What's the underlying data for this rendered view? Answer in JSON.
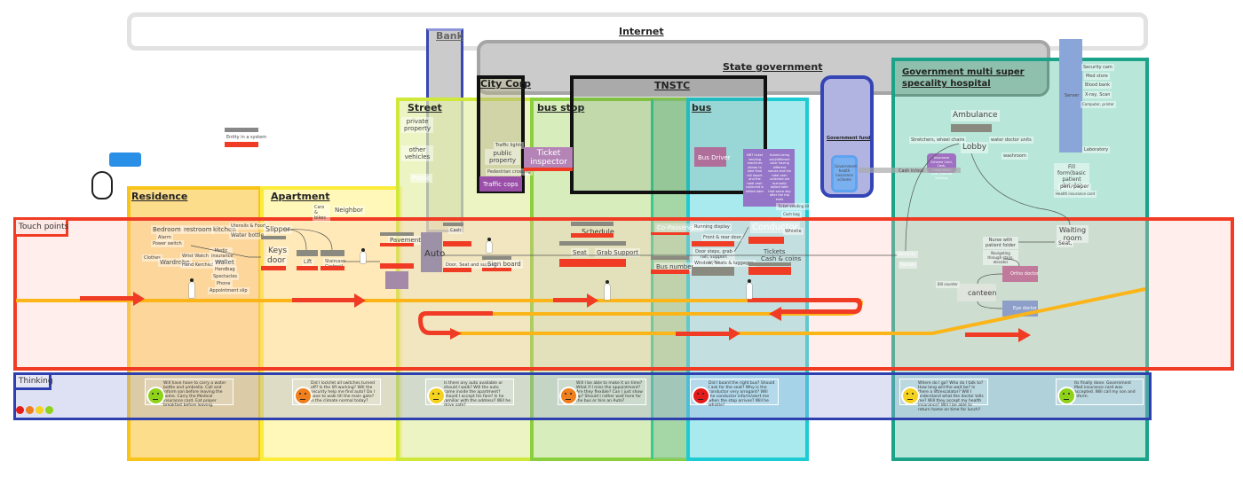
{
  "title": "Patient journey service blueprint",
  "layers": {
    "internet": "Internet",
    "bank": "Bank",
    "state_government": "State government",
    "city_corp": "City Corp",
    "tnstc": "TNSTC",
    "government_fund": "Government fund",
    "government_insurance": "Government health insurance scheme",
    "hospital": "Government multi super specality hospital"
  },
  "zones": {
    "residence": "Residence",
    "apartment": "Apartment",
    "street": "Street",
    "bus_stop": "bus stop",
    "bus": "bus"
  },
  "swimlanes": {
    "touch_points": "Touch points",
    "thinking": "Thinking"
  },
  "legend": {
    "entity": "Entity in a system",
    "emotion_colors": [
      "#e31b1b",
      "#f07f1e",
      "#f5d21f",
      "#8fd21a"
    ]
  },
  "street": {
    "private_property": "private property",
    "other_vehicles": "other vehicles",
    "public": "Public"
  },
  "city_corp": {
    "traffic_lights": "Traffic lights",
    "public_property": "public property",
    "pedestrian_crossing": "Pedestrian crossing",
    "traffic_cops": "Traffic cops"
  },
  "bus_stop": {
    "ticket_inspector": "Ticket inspector",
    "schedule": "Schedule",
    "seat": "Seat",
    "grab_support": "Grab Support",
    "sign_board": "Sign board",
    "co_passengers": "Co-Passengers",
    "bus_number": "Bus number"
  },
  "bus": {
    "bus_driver": "Bus Driver",
    "ticket_machine": "MBT ticket vending machines allows to take final bill report and the total cash collected is tallied later",
    "tickets_note": "tickets being sold/different color having different values and the total cash collected are manually tallied later that same day after the trip ends",
    "running_display": "Running display",
    "front_rear_door": "Front & rear door",
    "door_steps": "Door steps, grab rail, support poles",
    "window_seats": "Window, Seats & luggages",
    "conductor": "Conductor",
    "whistle": "Whistle",
    "ticket_vending": "Ticket vending kit",
    "cash_bag": "Cash bag",
    "tickets": "Tickets",
    "cash_coins": "Cash & coins"
  },
  "residence": {
    "bedroom": "Bedroom",
    "alarm": "Alarm",
    "power_switch": "Power switch",
    "restroom": "restroom",
    "kitchen": "kitchen",
    "utensils_food": "Utensils & Food",
    "water_bottle": "Water bottle",
    "clothes": "Clothes",
    "wardrobe": "Wardrobe",
    "wrist_watch": "Wrist Watch",
    "hand_kerchief": "Hand Kerchief",
    "medic_insurance": "Medic insurance card",
    "wallet": "Wallet",
    "handbag": "Handbag",
    "spectacles": "Spectacles",
    "phone": "Phone",
    "appointment": "Appointment slip"
  },
  "apartment": {
    "cars_bikes": "Cars & bikes",
    "neighbor": "Neighbor",
    "slipper": "Slipper",
    "keys": "Keys",
    "door": "door",
    "lift": "Lift",
    "staircase": "Staircase Grabrail",
    "pavement": "Pavement",
    "auto": "Auto",
    "cash": "Cash",
    "door_seat": "Door, Seat and support"
  },
  "hospital": {
    "security_cam": "Security cam",
    "med_store": "Med store",
    "blood_bank": "Blood bank",
    "xray_scan": "X-ray, Scan",
    "computer_printer": "Computer, printer",
    "server": "Server",
    "laboratory": "Laboratory",
    "ambulance": "Ambulance",
    "stretchers": "Stretchers, wheel chairs",
    "lobby": "Lobby",
    "water_doctor": "water doctor units",
    "washroom": "washroom",
    "insurance": "Insurance Scheme Card, Cash, Credit/debit card, Internet banking",
    "cash_in_out": "Cash in/out",
    "fill_form": "Fill form(basic patient details)",
    "pen_paper": "pen, paper",
    "health_card": "Health insurance card",
    "security": "Security",
    "nurses": "Nurses",
    "waiting_room": "Waiting room",
    "seat": "Seat,",
    "nurse_folder": "Nurse with patient folder",
    "navigating": "Navigating through stairs, elevator",
    "ortho_doctor": "Ortho doctor",
    "bill_counter": "Bill counter",
    "canteen": "canteen",
    "eye_doctor": "Eye doctor"
  },
  "thoughts": [
    {
      "emotion": "happy",
      "color": "#8fd21a",
      "text": "Will have have to carry a water bottle and umbrella. Call and inform son before leaving the home. Carry the Medical insurance card. Eat proper breakfast before leaving."
    },
    {
      "emotion": "worried",
      "color": "#f07f1e",
      "text": "Did I lock/let all switches turned off? Is the lift working? Will the security help me find auto? Do I have to walk till the main gate? Is the climate normal today?"
    },
    {
      "emotion": "neutral",
      "color": "#f5d21f",
      "text": "Is there any auto available or should I walk? Will the auto come inside the apartment? Should I accept his fare? Is he familiar with the address? Will he drive safe?"
    },
    {
      "emotion": "worried",
      "color": "#f07f1e",
      "text": "Will I be able to make it on time? What if I miss the appointment? Are they flexible? Can I just show up? Should I rather wait here for the bus or hire an Auto?"
    },
    {
      "emotion": "angry",
      "color": "#e31b1b",
      "text": "Did I board the right bus? Should I ask for the seat? Why is the conductor very arrogant? Will the conductor inform/alert me when the stop arrives? Will he whistle?"
    },
    {
      "emotion": "neutral",
      "color": "#f5d21f",
      "text": "Where do I go? Who do I talk to? How long will the wait be? Is there a lift/escalator? Will I understand what the doctor tells me? Will they accept my health insurance? Will I be able to return home on time for lunch?"
    },
    {
      "emotion": "happy",
      "color": "#8fd21a",
      "text": "Its finally done. Government Med insurance card was accepted. Will call my son and inform."
    }
  ]
}
